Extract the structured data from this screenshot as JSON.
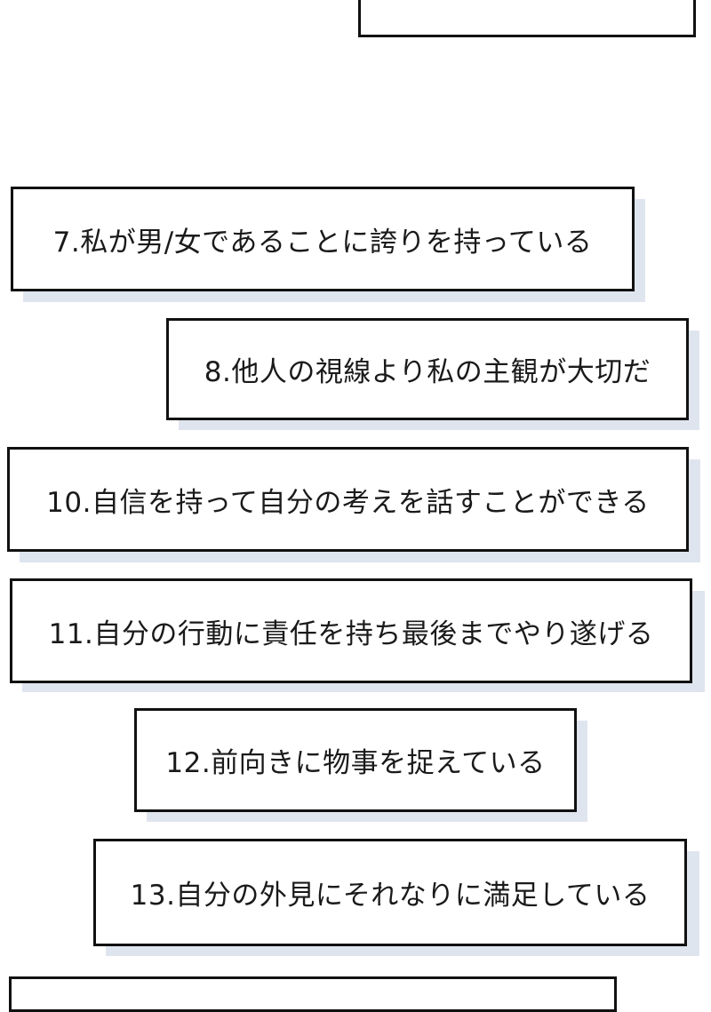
{
  "items": [
    {
      "label": ""
    },
    {
      "label": "7.私が男/女であることに誇りを持っている"
    },
    {
      "label": "8.他人の視線より私の主観が大切だ"
    },
    {
      "label": "10.自信を持って自分の考えを話すことができる"
    },
    {
      "label": "11.自分の行動に責任を持ち最後までやり遂げる"
    },
    {
      "label": "12.前向きに物事を捉えている"
    },
    {
      "label": "13.自分の外見にそれなりに満足している"
    },
    {
      "label": ""
    }
  ],
  "colors": {
    "border": "#111111",
    "shadow": "#dfe5ef",
    "background": "#ffffff",
    "text": "#1a1a1a"
  }
}
